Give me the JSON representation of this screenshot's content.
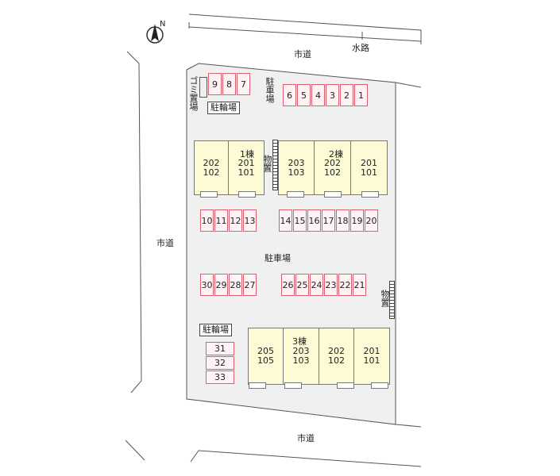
{
  "roads": {
    "north": "市道",
    "west": "市道",
    "south": "市道",
    "waterway": "水路"
  },
  "labels": {
    "garbage": "ゴミ置場",
    "bike_parking_top": "駐輪場",
    "bike_parking_bottom": "駐輪場",
    "parking_top": "駐車場",
    "parking_center": "駐車場",
    "storage_1": "物置",
    "storage_2": "物置"
  },
  "compass": "N",
  "buildings": {
    "b1": {
      "name": "1棟",
      "units": [
        {
          "upper": "202",
          "lower": "102"
        },
        {
          "upper": "201",
          "lower": "101"
        }
      ]
    },
    "b2": {
      "name": "2棟",
      "units": [
        {
          "upper": "203",
          "lower": "103"
        },
        {
          "upper": "202",
          "lower": "102"
        },
        {
          "upper": "201",
          "lower": "101"
        }
      ]
    },
    "b3": {
      "name": "3棟",
      "units": [
        {
          "upper": "205",
          "lower": "105"
        },
        {
          "upper": "203",
          "lower": "103"
        },
        {
          "upper": "202",
          "lower": "102"
        },
        {
          "upper": "201",
          "lower": "101"
        }
      ]
    }
  },
  "parking": {
    "row_a": [
      "9",
      "8",
      "7"
    ],
    "row_b": [
      "6",
      "5",
      "4",
      "3",
      "2",
      "1"
    ],
    "row_c": [
      "10",
      "11",
      "12",
      "13"
    ],
    "row_d": [
      "14",
      "15",
      "16",
      "17",
      "18",
      "19",
      "20"
    ],
    "row_e": [
      "30",
      "29",
      "28",
      "27"
    ],
    "row_f": [
      "26",
      "25",
      "24",
      "23",
      "22",
      "21"
    ],
    "col_g": [
      "31",
      "32",
      "33"
    ]
  }
}
